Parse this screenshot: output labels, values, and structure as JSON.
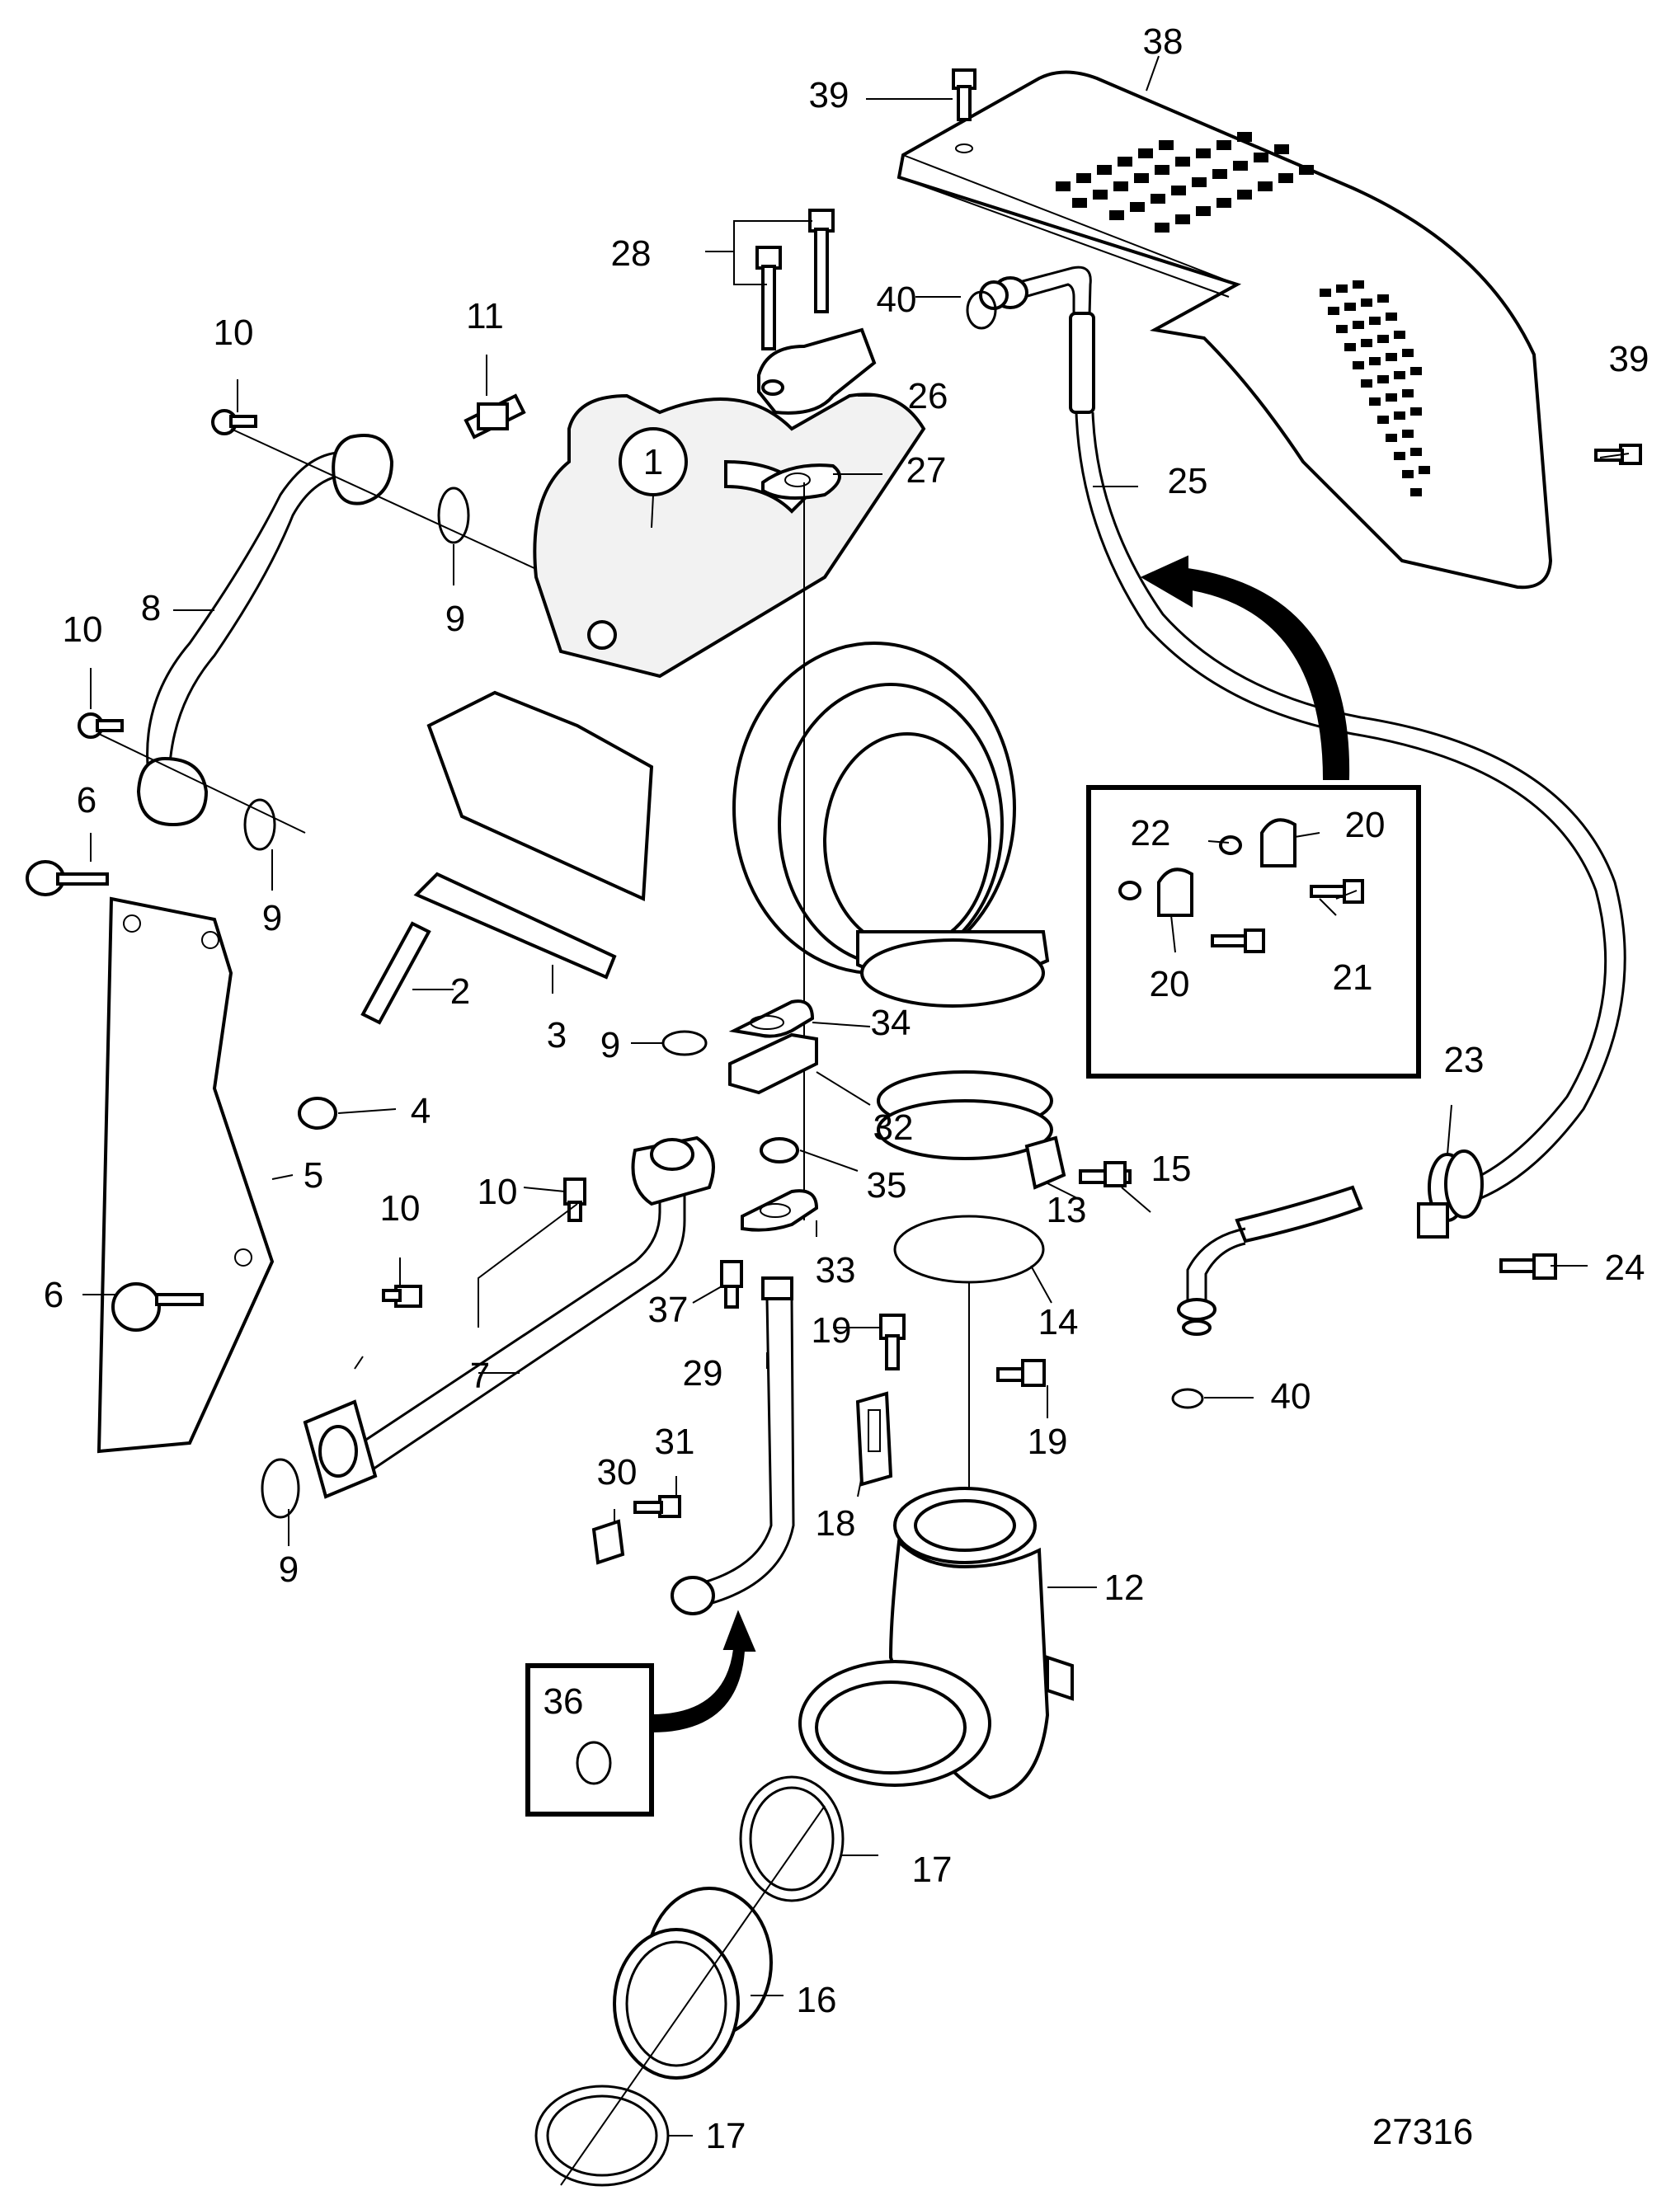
{
  "diagram": {
    "drawing_number": "27316",
    "callouts": {
      "c1": "1",
      "c2": "2",
      "c3": "3",
      "c4": "4",
      "c5": "5",
      "c6": "6",
      "c7": "7",
      "c8": "8",
      "c9": "9",
      "c10": "10",
      "c11": "11",
      "c12": "12",
      "c13": "13",
      "c14": "14",
      "c15": "15",
      "c16": "16",
      "c17": "17",
      "c18": "18",
      "c19": "19",
      "c20": "20",
      "c21": "21",
      "c22": "22",
      "c23": "23",
      "c24": "24",
      "c25": "25",
      "c26": "26",
      "c27": "27",
      "c28": "28",
      "c29": "29",
      "c30": "30",
      "c31": "31",
      "c32": "32",
      "c33": "33",
      "c34": "34",
      "c35": "35",
      "c36": "36",
      "c37": "37",
      "c38": "38",
      "c39": "39",
      "c40": "40"
    }
  }
}
